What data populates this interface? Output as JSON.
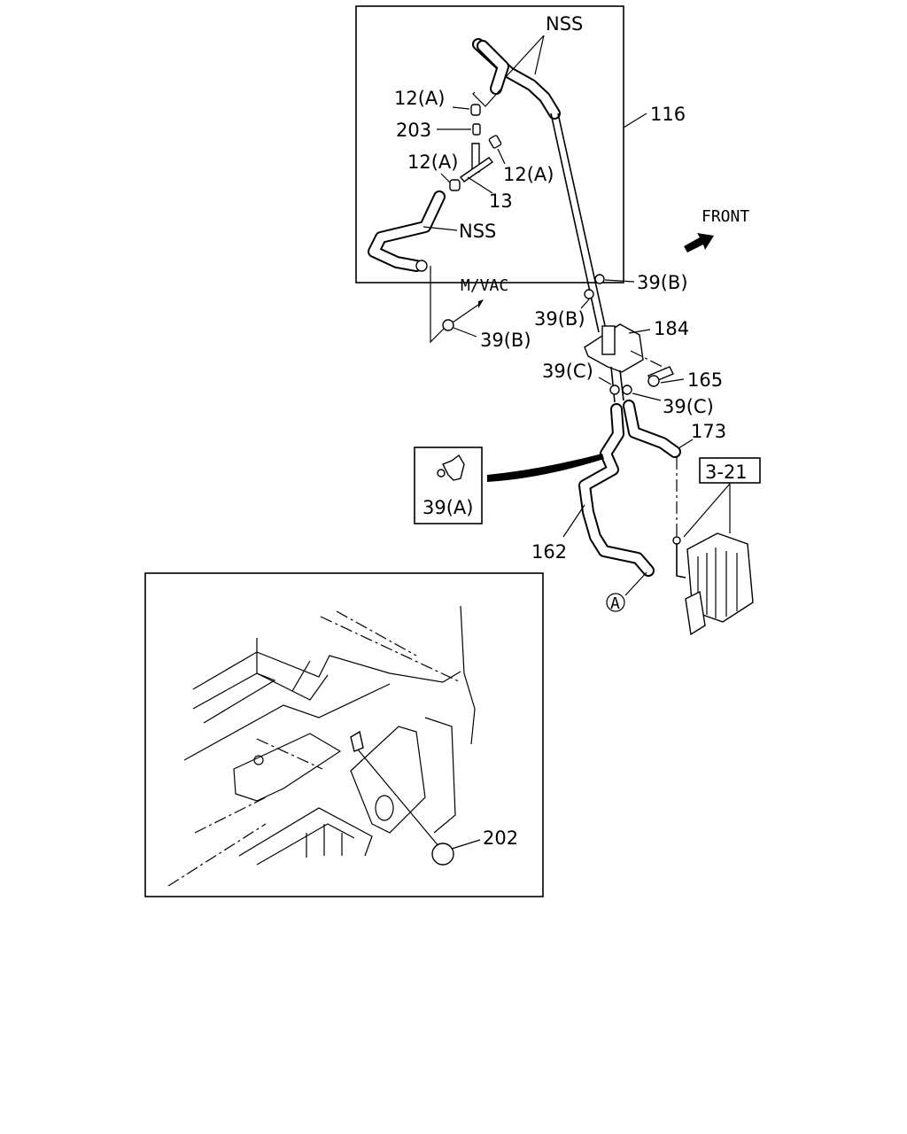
{
  "labels": {
    "nss_top": "NSS",
    "nss_mid": "NSS",
    "p12a_1": "12(A)",
    "p12a_2": "12(A)",
    "p12a_3": "12(A)",
    "p203": "203",
    "p13": "13",
    "p116": "116",
    "front": "FRONT",
    "mvac": "M/VAC",
    "p39b_1": "39(B)",
    "p39b_2": "39(B)",
    "p39b_3": "39(B)",
    "p184": "184",
    "p39c_1": "39(C)",
    "p39c_2": "39(C)",
    "p165": "165",
    "p173": "173",
    "ref321": "3-21",
    "p39a": "39(A)",
    "p162": "162",
    "circleA": "A",
    "p202": "202"
  }
}
